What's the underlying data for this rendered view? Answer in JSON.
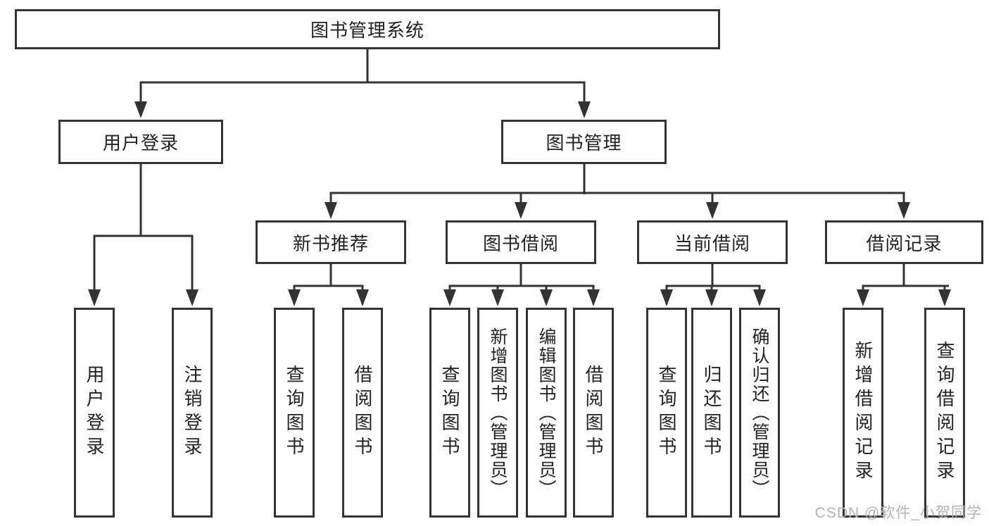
{
  "tree": {
    "label": "图书管理系统",
    "children": [
      {
        "label": "用户登录",
        "children": [
          {
            "label": "用户登录"
          },
          {
            "label": "注销登录"
          }
        ]
      },
      {
        "label": "图书管理",
        "children": [
          {
            "label": "新书推荐",
            "children": [
              {
                "label": "查询图书"
              },
              {
                "label": "借阅图书"
              }
            ]
          },
          {
            "label": "图书借阅",
            "children": [
              {
                "label": "查询图书"
              },
              {
                "label": "新增图书（管理员）"
              },
              {
                "label": "编辑图书（管理员）"
              },
              {
                "label": "借阅图书"
              }
            ]
          },
          {
            "label": "当前借阅",
            "children": [
              {
                "label": "查询图书"
              },
              {
                "label": "归还图书"
              },
              {
                "label": "确认归还（管理员）"
              }
            ]
          },
          {
            "label": "借阅记录",
            "children": [
              {
                "label": "新增借阅记录"
              },
              {
                "label": "查询借阅记录"
              }
            ]
          }
        ]
      }
    ]
  },
  "watermark": {
    "text": "CSDN @软件_小贺同学"
  },
  "colors": {
    "line": "#333333",
    "box_border": "#333333",
    "text": "#222222",
    "watermark": "#b3b3b3",
    "background": "#ffffff"
  }
}
